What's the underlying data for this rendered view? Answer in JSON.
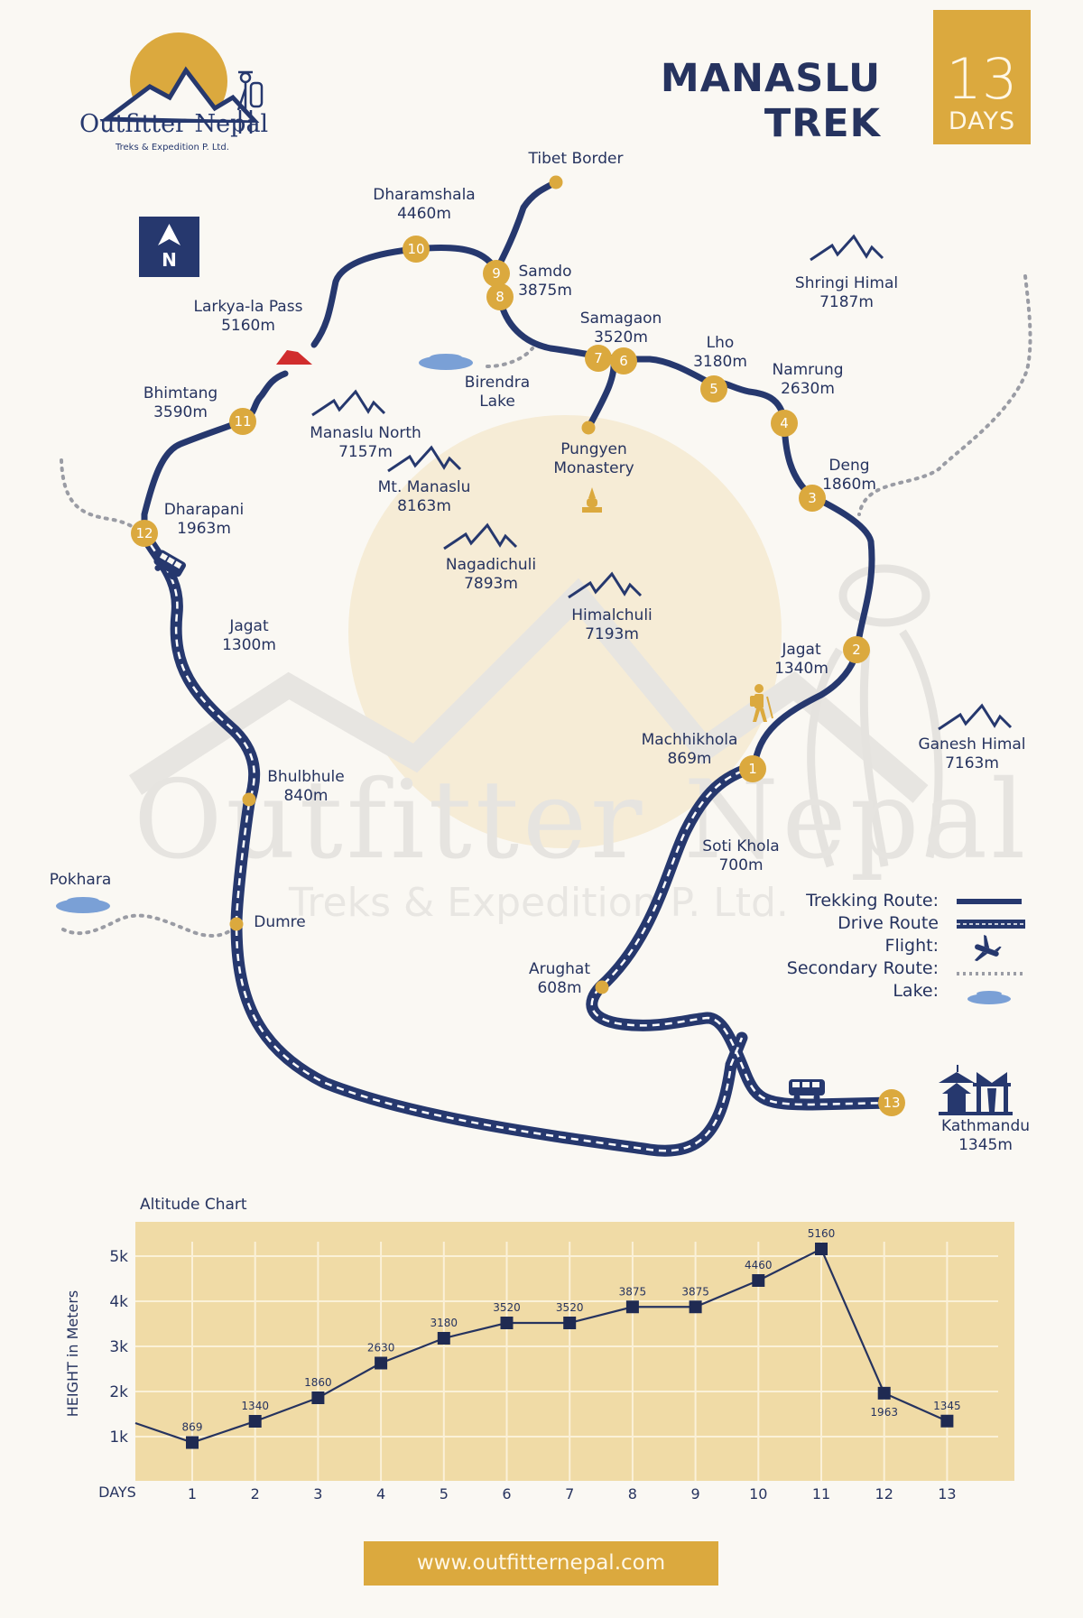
{
  "brand": {
    "name": "Outfitter Nepal",
    "tagline": "Treks & Expedition P. Ltd.",
    "website": "www.outfitternepal.com",
    "colors": {
      "navy": "#26386e",
      "gold": "#dba93e",
      "background": "#faf8f3",
      "chart_bg": "#f0dba6",
      "pass_red": "#d12d2d",
      "lake_blue": "#7aa0d6",
      "secondary_gray": "#9a9ca4"
    }
  },
  "header": {
    "title_line1": "MANASLU",
    "title_line2": "TREK",
    "days_number": "13",
    "days_label": "DAYS"
  },
  "compass": {
    "icon": "north-arrow-icon",
    "label": "N"
  },
  "map": {
    "stops": [
      {
        "day": "1",
        "name": "Machhikhola",
        "altitude": "869m"
      },
      {
        "day": "2",
        "name": "Jagat",
        "altitude": "1340m"
      },
      {
        "day": "3",
        "name": "Deng",
        "altitude": "1860m"
      },
      {
        "day": "4",
        "name": "Namrung",
        "altitude": "2630m"
      },
      {
        "day": "5",
        "name": "Lho",
        "altitude": "3180m"
      },
      {
        "day": "6",
        "name": "Samagaon",
        "altitude": "3520m"
      },
      {
        "day": "7",
        "name": "Samagaon",
        "altitude": "3520m"
      },
      {
        "day": "8",
        "name": "Samdo",
        "altitude": "3875m"
      },
      {
        "day": "9",
        "name": "Samdo",
        "altitude": "3875m"
      },
      {
        "day": "10",
        "name": "Dharamshala",
        "altitude": "4460m"
      },
      {
        "day": "11",
        "name": "Bhimtang",
        "altitude": "3590m"
      },
      {
        "day": "12",
        "name": "Dharapani",
        "altitude": "1963m"
      },
      {
        "day": "13",
        "name": "Kathmandu",
        "altitude": "1345m"
      }
    ],
    "places": {
      "tibet_border": "Tibet Border",
      "larkya": {
        "name": "Larkya-la Pass",
        "altitude": "5160m"
      },
      "birendra": {
        "line1": "Birendra",
        "line2": "Lake"
      },
      "pungyen": {
        "line1": "Pungyen",
        "line2": "Monastery"
      },
      "jagat_west": {
        "name": "Jagat",
        "altitude": "1300m"
      },
      "bhulbhule": {
        "name": "Bhulbhule",
        "altitude": "840m"
      },
      "dumre": "Dumre",
      "pokhara": "Pokhara",
      "soti_khola": {
        "name": "Soti Khola",
        "altitude": "700m"
      },
      "arughat": {
        "name": "Arughat",
        "altitude": "608m"
      }
    },
    "peaks": [
      {
        "name": "Shringi Himal",
        "altitude": "7187m"
      },
      {
        "name": "Manaslu North",
        "altitude": "7157m"
      },
      {
        "name": "Mt. Manaslu",
        "altitude": "8163m"
      },
      {
        "name": "Nagadichuli",
        "altitude": "7893m"
      },
      {
        "name": "Himalchuli",
        "altitude": "7193m"
      },
      {
        "name": "Ganesh Himal",
        "altitude": "7163m"
      }
    ]
  },
  "legend": {
    "items": [
      {
        "label": "Trekking Route:",
        "icon": "solid-line-icon"
      },
      {
        "label": "Drive Route",
        "icon": "dashed-road-icon"
      },
      {
        "label": "Flight:",
        "icon": "airplane-icon"
      },
      {
        "label": "Secondary Route:",
        "icon": "dotted-line-icon"
      },
      {
        "label": "Lake:",
        "icon": "lake-icon"
      }
    ]
  },
  "watermark": {
    "line1": "Outfitter Nepal",
    "line2": "Treks & Expedition P. Ltd."
  },
  "chart_data": {
    "type": "line",
    "title": "Altitude Chart",
    "xlabel": "DAYS",
    "ylabel": "HEIGHT in Meters",
    "categories": [
      "1",
      "2",
      "3",
      "4",
      "5",
      "6",
      "7",
      "8",
      "9",
      "10",
      "11",
      "12",
      "13"
    ],
    "values": [
      869,
      1340,
      1860,
      2630,
      3180,
      3520,
      3520,
      3875,
      3875,
      4460,
      5160,
      1963,
      1345
    ],
    "value_labels": [
      "869",
      "1340",
      "1860",
      "2630",
      "3180",
      "3520",
      "3520",
      "3875",
      "3875",
      "4460",
      "5160",
      "1963",
      "1345"
    ],
    "yticks": [
      "1k",
      "2k",
      "3k",
      "4k",
      "5k"
    ],
    "ylim": [
      0,
      5600
    ],
    "grid": true,
    "marker": "square",
    "line_start_offscreen_value": 1300
  }
}
